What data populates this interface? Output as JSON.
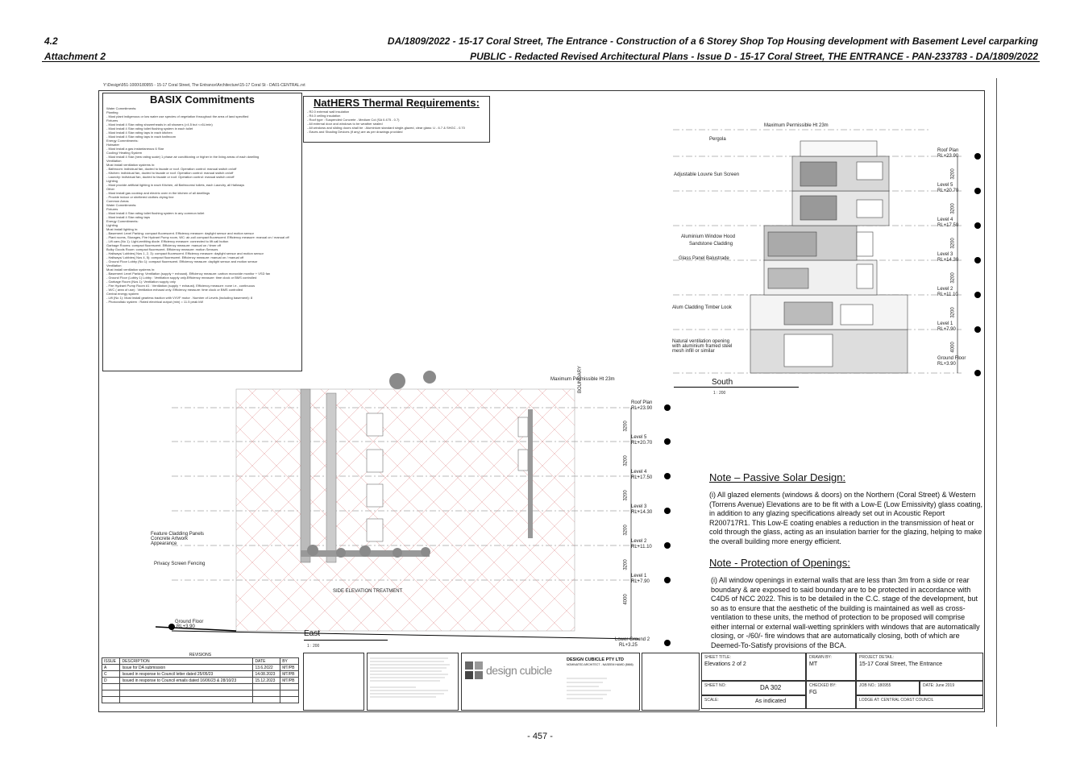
{
  "header": {
    "item_number": "4.2",
    "attachment": "Attachment 2",
    "title_line1": "DA/1809/2022 - 15-17 Coral Street, The Entrance - Construction of a 6 Storey Shop Top Housing development with Basement Level carparking",
    "title_line2": "PUBLIC - Redacted Revised Architectural Plans - Issue D - 15-17 Coral Street, THE ENTRANCE - PAN-233783 - DA/1809/2022"
  },
  "file_path": "Y:\\Design\\951-1000\\180955 - 15-17 Coral Street, The Entrance\\Architecture\\15-17 Coral St - DA01-CENTRAL.rvt",
  "basix": {
    "title": "BASIX Commitments",
    "lines": [
      "Water Commitments:",
      "Planting",
      "- Must plant indigenous or low water use species of vegetation throughout the area of land specified",
      "Fixtures",
      "- Must install 4 Star rating showerheads in all showers (>4.5 but <=6L/min)",
      "- Must install 4 Star rating toilet flushing system in each toilet",
      "- Must install 4 Star rating taps in each kitchen",
      "- Must install 4 Star rating taps in each bathroom",
      "Energy Commitments:",
      "Hotwater",
      "- Must install a gas instantaneous 6 Star",
      "Cooling/ Heating System",
      "- Must install 4 Star (new rating scale) 1 phase air conditioning or higher in the living areas of each dwelling",
      "Ventilation",
      "Must install ventilation systems in:",
      "- Bathroom: individual fan, ducted to facade or roof. Operation control: manual switch on/off",
      "- Kitchen: individual fan, ducted to facade or roof. Operation control: manual switch on/off",
      "- Laundry: individual fan, ducted to facade or roof. Operation control: manual switch on/off",
      "Lighting",
      "- Must provide artificial lighting in each Kitchen, all Bathrooms/ toilets, each Laundry, all Hallways",
      "Other",
      "- Must install gas cooktop and electric oven in the kitchen of all dwellings",
      "- Provide indoor or sheltered clothes drying line",
      "Common Areas",
      "Water Commitments:",
      "Fixtures",
      "- Must install 4 Star rating toilet flushing system in any common toilet",
      "- Must install 4 Star rating taps",
      "Energy Commitments:",
      "Lighting",
      "Must install lighting in:",
      "- Basement Level Parking: compact fluorescent. Efficiency measure: daylight sensor and motion sensor",
      "- Plant rooms, Storages, Fire Hydrant Pump room, WC: air-coil compact fluorescent. Efficiency measure: manual on / manual off",
      "- Lift cars (No 1): Light-emitting diode. Efficiency measure: connected to lift call button",
      "Garbage Rooms: compact fluorescent. Efficiency measure: manual on / timer off",
      "Bulky Goods Room: compact fluorescent. Efficiency measure: motion Sensors",
      "- Hallways/ Lobbies( Nos 1, 2, 3): compact fluorescent. Efficiency measure: daylight sensor and motion sensor",
      "- Hallways/ Lobbies( Nos 4, 5): compact fluorescent. Efficiency measure: manual on / manual off",
      "- Ground Floor Lobby (No 1): compact fluorescent. Efficiency measure: daylight sensor and motion sensor",
      "Ventilation",
      "Must install ventilation systems in:",
      "- Basement Level Parking: Ventilation (supply + exhaust). Efficiency measure: carbon monoxide monitor + VSD fan",
      "- Ground Floor (Lobby 1) Lobby : Ventilation supply only.Efficiency measure: time clock or BMS controlled",
      "- Garbage Room (Nos 1): Ventilation supply only",
      "- Fire Hydrant Pump Room #1 : Ventilation (supply + exhaust). Efficiency measure: none i.e., continuous",
      "- W/C ( area of use) : Ventilation exhaust only. Efficiency measure: time clock or BMS controlled",
      "Central energy system",
      "- Lift (No 1): Must install gearless traction with VVVF motor . Number of Levels (including basement): 8",
      "- Photovoltaic system : Rated electrical output (min) = 11.5 peak kW"
    ]
  },
  "nathers": {
    "title": "NatHERS Thermal Requirements:",
    "lines": [
      "- R2.0 external wall insulation",
      "- R4.0 ceiling insulation",
      "- Roof type : Suspended Concrete - Medium Col (SA 0.475 - 0.7)",
      "- All external door and windows to be weather sealed",
      "- All windows and sliding doors shall be : Aluminium standard single-glazed, clear glass: U - 6.7 & SHGC - 0.70",
      "- Eaves and Shading Devices (if any) are as per drawings provided"
    ]
  },
  "south": {
    "max_height": "Maximum Permissible Ht 23m",
    "labels": [
      "Pergola",
      "Adjustable Louvre Sun Screen",
      "Aluminium Window Hood",
      "Sandstone Cladding",
      "Glass Panel Balustrade",
      "Alum Cladding Timber Look",
      "Natural ventilation opening with aluminium framed steel mesh infill or similar"
    ],
    "levels": [
      {
        "name": "Roof Plan",
        "rl": "RL+23.90",
        "dim": "3200"
      },
      {
        "name": "Level 5",
        "rl": "RL+20.70",
        "dim": "3200"
      },
      {
        "name": "Level 4",
        "rl": "RL+17.50",
        "dim": "3200"
      },
      {
        "name": "Level 3",
        "rl": "RL+14.30",
        "dim": "3200"
      },
      {
        "name": "Level 2",
        "rl": "RL+11.10",
        "dim": "3200"
      },
      {
        "name": "Level 1",
        "rl": "RL+7.90",
        "dim": "4000"
      },
      {
        "name": "Ground Floor",
        "rl": "RL+3.90",
        "dim": ""
      }
    ],
    "title": "South",
    "scale": "1 : 200"
  },
  "east": {
    "max_height": "Maximum Permissible Ht 23m",
    "boundary": "BOUNDARY",
    "labels": [
      "Feature Cladding Panels Concrete Artwork Appearance",
      "Privacy Screen Fencing",
      "SIDE ELEVATION TREATMENT"
    ],
    "levels": [
      {
        "name": "Roof Plan",
        "rl": "RL+23.90",
        "dim": "3200"
      },
      {
        "name": "Level 5",
        "rl": "RL+20.70",
        "dim": "3200"
      },
      {
        "name": "Level 4",
        "rl": "RL+17.50",
        "dim": "3200"
      },
      {
        "name": "Level 3",
        "rl": "RL+14.30",
        "dim": "3200"
      },
      {
        "name": "Level 2",
        "rl": "RL+11.10",
        "dim": "3200"
      },
      {
        "name": "Level 1",
        "rl": "RL+7.90",
        "dim": "4000"
      },
      {
        "name": "Lower Ground 2",
        "rl": "RL+3.25",
        "dim": ""
      }
    ],
    "ground": {
      "name": "Ground Floor",
      "rl": "RL+3.90"
    },
    "title": "East",
    "scale": "1 : 200"
  },
  "notes": {
    "solar_title": "Note – Passive Solar Design:",
    "solar_text": "(i) All glazed elements (windows & doors) on the Northern (Coral Street) & Western (Torrens Avenue) Elevations are to be fit with a Low-E (Low Emissivity) glass coating, in addition to any glazing specifications already set out in Acoustic Report R200717R1. This Low-E coating enables a reduction in the transmission of heat or cold through the glass, acting as an insulation barrier for the glazing, helping to make the overall building more energy efficient.",
    "openings_title": "Note - Protection of Openings:",
    "openings_text": "(i) All window openings in external walls that are less than 3m from a side or rear boundary & are exposed to said boundary are to be protected in accordance with C4D5 of NCC 2022. This is to be detailed in the C.C. stage of the development, but so as to ensure that the aesthetic of the building is maintained as well as cross-ventilation to these units, the method of protection to be proposed will comprise either internal or external wall-wetting sprinklers with windows that are automatically closing, or -/60/- fire windows that are automatically closing, both of which are Deemed-To-Satisfy provisions of the BCA."
  },
  "revisions": {
    "title": "REVISIONS",
    "headers": [
      "ISSUE",
      "DESCRIPTION",
      "DATE",
      "BY"
    ],
    "rows": [
      [
        "A",
        "Issue for DA submission",
        "13.6.2022",
        "MT/PB"
      ],
      [
        "C",
        "Issued in response to Council letter dated 25/05/23",
        "14.08.2023",
        "MT/PB"
      ],
      [
        "D",
        "Issued in response to Council emails dated 16/06/23 & 28/10/23",
        "15.12.2023",
        "MT/PB"
      ]
    ]
  },
  "title_block": {
    "logo_text": "design cubicle",
    "company": "DESIGN CUBICLE PTY LTD",
    "company_sub": "NOMINATED ARCHITECT - NASEEM HAMID (8666)",
    "sheet_title_label": "SHEET TITLE:",
    "sheet_title": "Elevations 2 of 2",
    "drawn_by_label": "DRAWN BY:",
    "drawn_by": "MT",
    "project_label": "PROJECT DETAIL:",
    "project": "15-17 Coral Street, The Entrance",
    "sheet_no_label": "SHEET NO:",
    "sheet_no": "DA 302",
    "checked_label": "CHECKED BY:",
    "checked": "FG",
    "job_no": "JOB NO.: 180955",
    "date": "DATE: June 2019",
    "scale_label": "SCALE:",
    "scale": "As indicated",
    "lodge": "LODGE AT: CENTRAL COAST COUNCIL"
  },
  "footer": {
    "page": "- 457 -"
  }
}
